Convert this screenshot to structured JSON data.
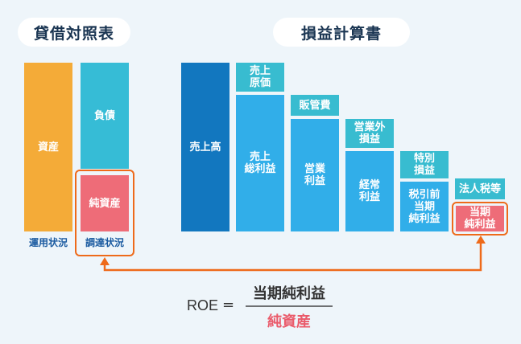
{
  "balance_sheet": {
    "title": "貸借対照表",
    "assets": "資産",
    "liabilities": "負債",
    "net_assets": "純資産",
    "caption_left": "運用状況",
    "caption_right": "調達状況"
  },
  "income_statement": {
    "title": "損益計算書",
    "sales": "売上高",
    "cost_of_sales": "売上\n原価",
    "gross_profit": "売上\n総利益",
    "sga": "販管費",
    "operating_profit": "営業\n利益",
    "non_operating": "営業外\n損益",
    "ordinary_profit": "経常\n利益",
    "extraordinary": "特別\n損益",
    "pretax_profit": "税引前\n当期\n純利益",
    "taxes": "法人税等",
    "net_income": "当期\n純利益"
  },
  "formula": {
    "label": "ROE",
    "equals": "=",
    "numerator": "当期純利益",
    "denominator": "純資産"
  },
  "colors": {
    "assets": "#f4ab38",
    "liabilities": "#36bcd6",
    "net_assets": "#ee6c78",
    "sales": "#1277bf",
    "profit": "#31aee9",
    "cost": "#38bcd0",
    "highlight": "#ee6a1a"
  }
}
